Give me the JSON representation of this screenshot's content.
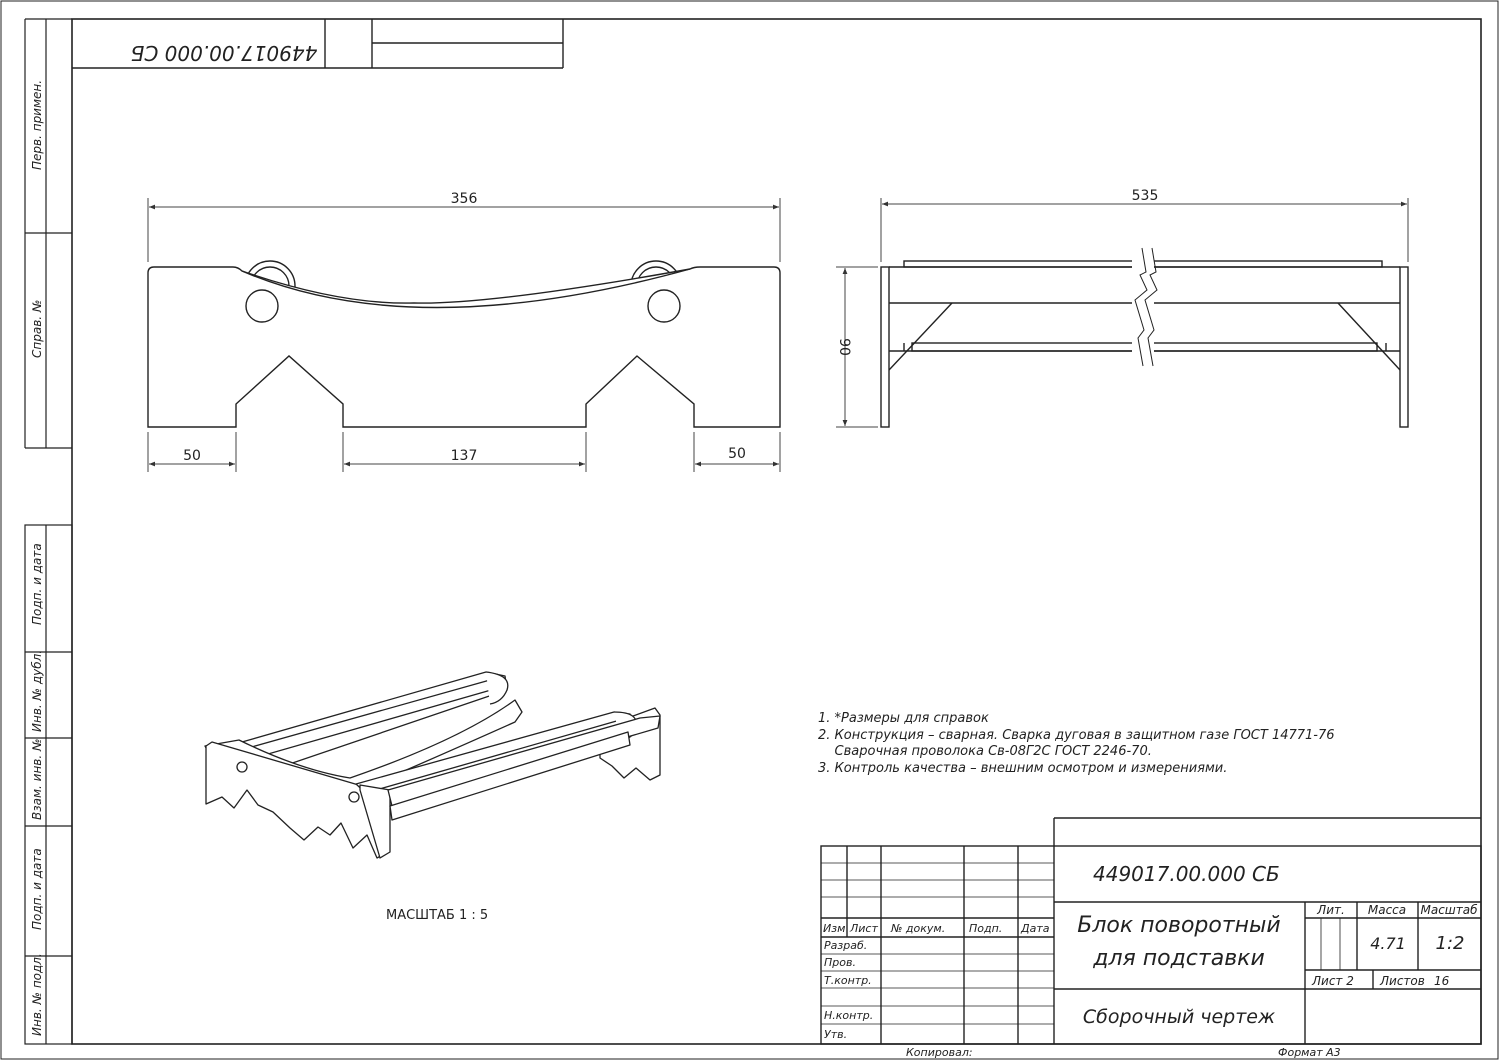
{
  "drawing_code": "449017.00.000 СБ",
  "title_line1": "Блок поворотный",
  "title_line2": "для подставки",
  "doc_type": "Сборочный чертеж",
  "lit_label": "Лит.",
  "mass_label": "Масса",
  "scale_label": "Масштаб",
  "mass_value": "4.71",
  "scale_value": "1:2",
  "sheet_label": "Лист 2",
  "sheets_label": "Листов",
  "sheets_count": "16",
  "copied_label": "Копировал:",
  "format_label": "Формат А3",
  "iso_scale": "МАСШТАБ 1 : 5",
  "header_cols": [
    "Изм",
    "Лист",
    "№ докум.",
    "Подп.",
    "Дата"
  ],
  "row_labels": [
    "Разраб.",
    "Пров.",
    "Т.контр.",
    "",
    "Н.контр.",
    "Утв."
  ],
  "side_labels": [
    "Перв. примен.",
    "Справ. №",
    "Подп. и дата",
    "Инв. № дубл.",
    "Взам. инв. №",
    "Подп. и дата",
    "Инв. № подл."
  ],
  "notes": [
    "1. *Размеры для справок",
    "2. Конструкция – сварная. Сварка дуговая в защитном газе ГОСТ 14771-76",
    "    Сварочная проволока Св-08Г2С ГОСТ 2246-70.",
    "3. Контроль качества – внешним осмотром и измерениями."
  ],
  "dimensions": {
    "front_width": "356",
    "front_left": "50",
    "front_middle": "137",
    "front_right": "50",
    "side_width": "535",
    "side_height": "90"
  }
}
